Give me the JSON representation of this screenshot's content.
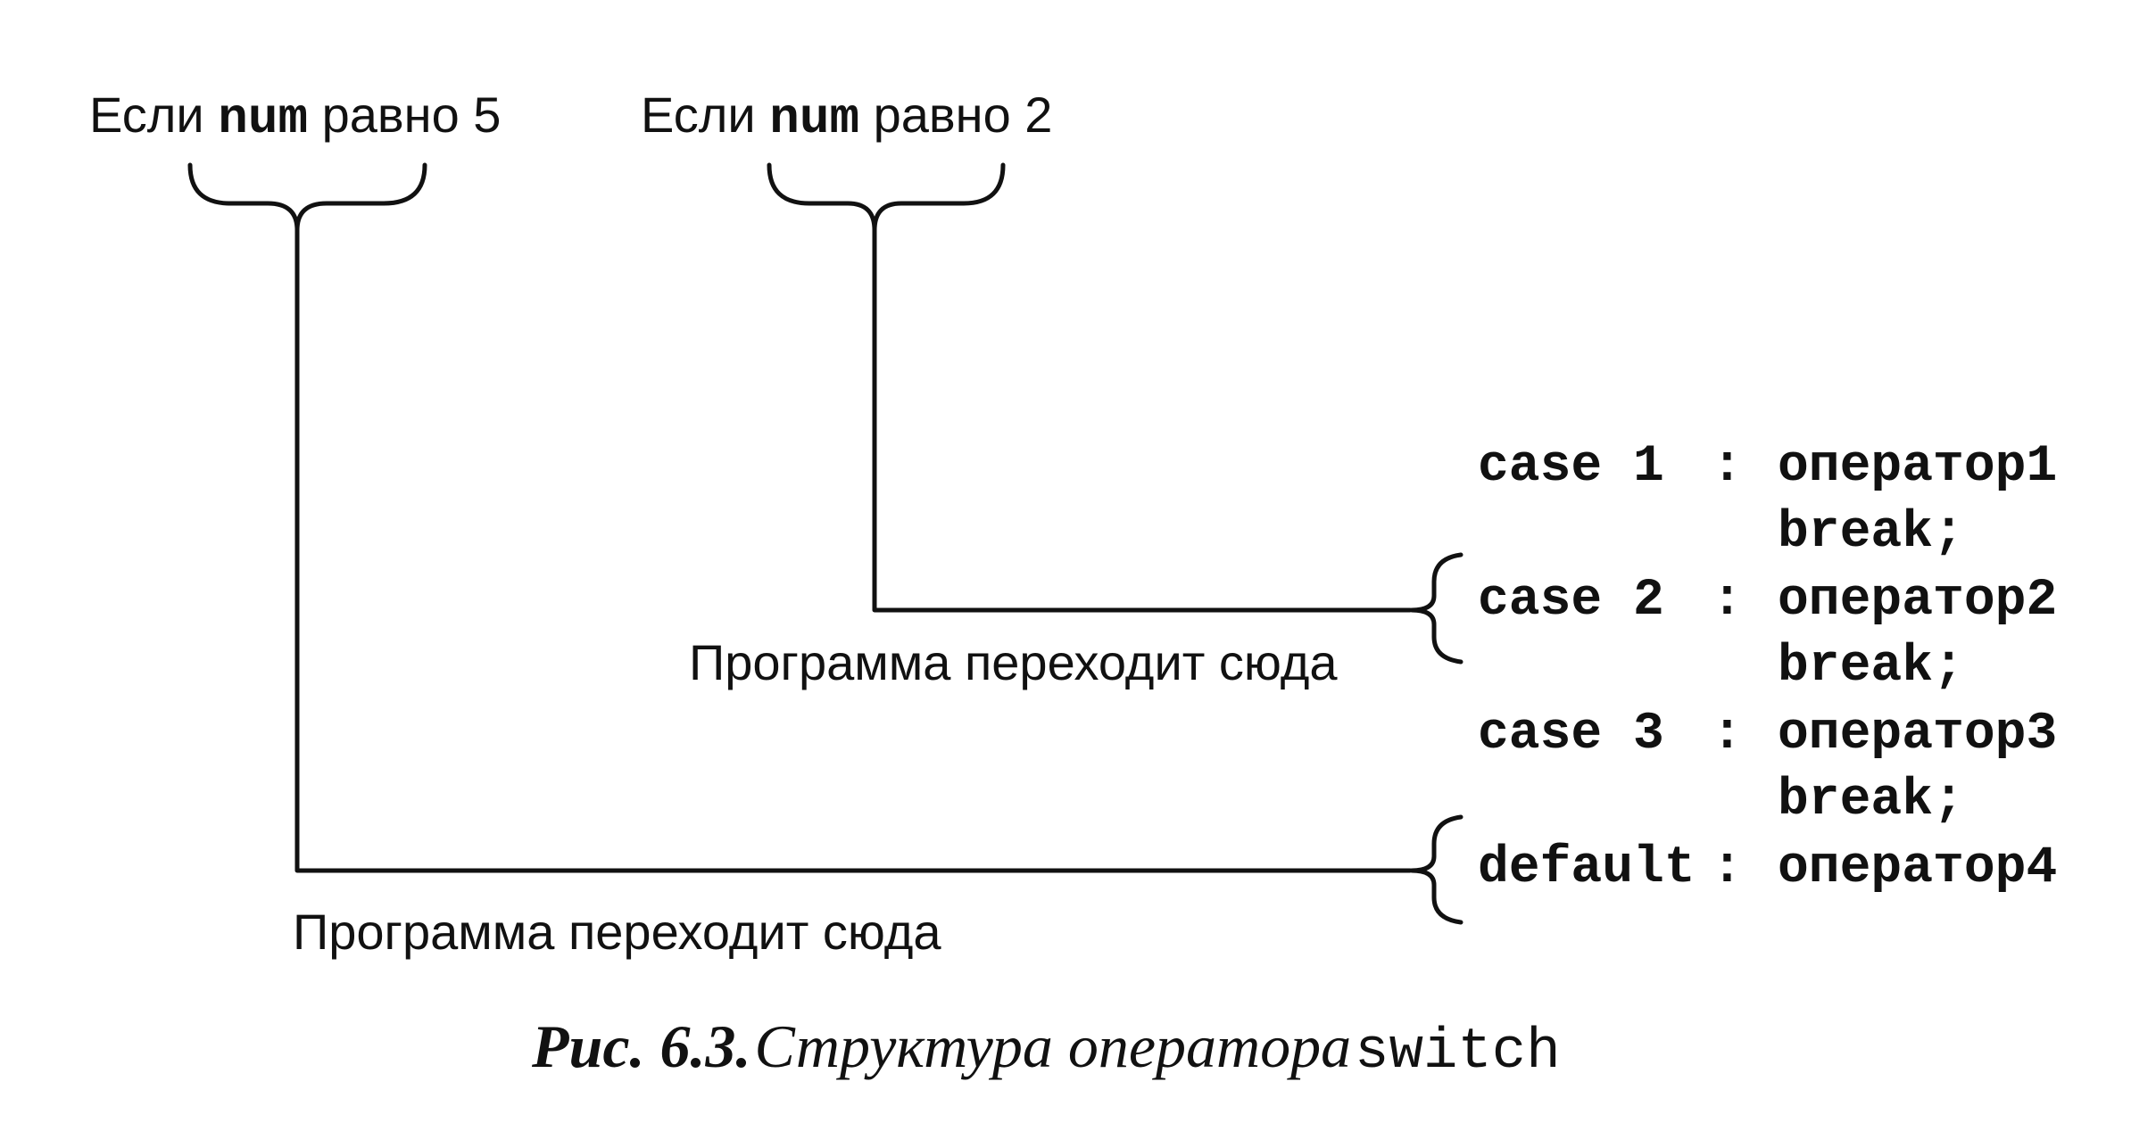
{
  "conditions": [
    {
      "prefix": "Если",
      "variable": "num",
      "suffix": "равно 5"
    },
    {
      "prefix": "Если",
      "variable": "num",
      "suffix": "равно 2"
    }
  ],
  "targets": [
    "Программа переходит сюда",
    "Программа переходит сюда"
  ],
  "code": [
    {
      "head": "case 1",
      "sep": ":",
      "stmt": "оператор1"
    },
    {
      "stmt": "break;"
    },
    {
      "head": "case 2",
      "sep": ":",
      "stmt": "оператор2"
    },
    {
      "stmt": "break;"
    },
    {
      "head": "case 3",
      "sep": ":",
      "stmt": "оператор3"
    },
    {
      "stmt": "break;"
    },
    {
      "head": "default",
      "sep": ":",
      "stmt": "оператор4"
    }
  ],
  "caption": {
    "number": "Рис. 6.3.",
    "text": "Структура оператора",
    "keyword": "switch"
  }
}
